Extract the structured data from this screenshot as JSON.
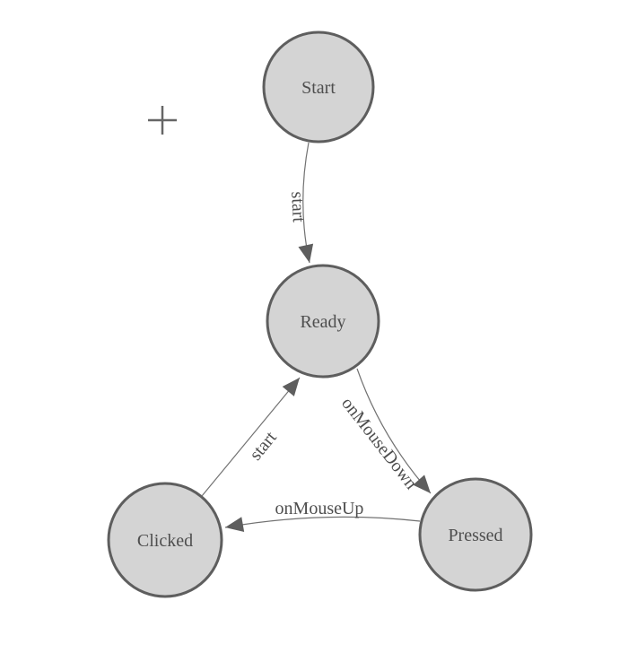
{
  "canvas": {
    "background": "#ffffff"
  },
  "colors": {
    "node_fill": "#d4d4d4",
    "node_stroke": "#5e5e5e",
    "edge_stroke": "#727272",
    "arrow_fill": "#5e5e5e",
    "label_color": "#4e4e4e",
    "plus_icon_color": "#666666"
  },
  "icons": {
    "add_tool": "plus-crosshair"
  },
  "diagram": {
    "nodes": [
      {
        "id": "start",
        "label": "Start"
      },
      {
        "id": "ready",
        "label": "Ready"
      },
      {
        "id": "clicked",
        "label": "Clicked"
      },
      {
        "id": "pressed",
        "label": "Pressed"
      }
    ],
    "edges": [
      {
        "from": "start",
        "to": "ready",
        "label": "start"
      },
      {
        "from": "clicked",
        "to": "ready",
        "label": "start"
      },
      {
        "from": "ready",
        "to": "pressed",
        "label": "onMouseDown"
      },
      {
        "from": "pressed",
        "to": "clicked",
        "label": "onMouseUp"
      }
    ]
  }
}
